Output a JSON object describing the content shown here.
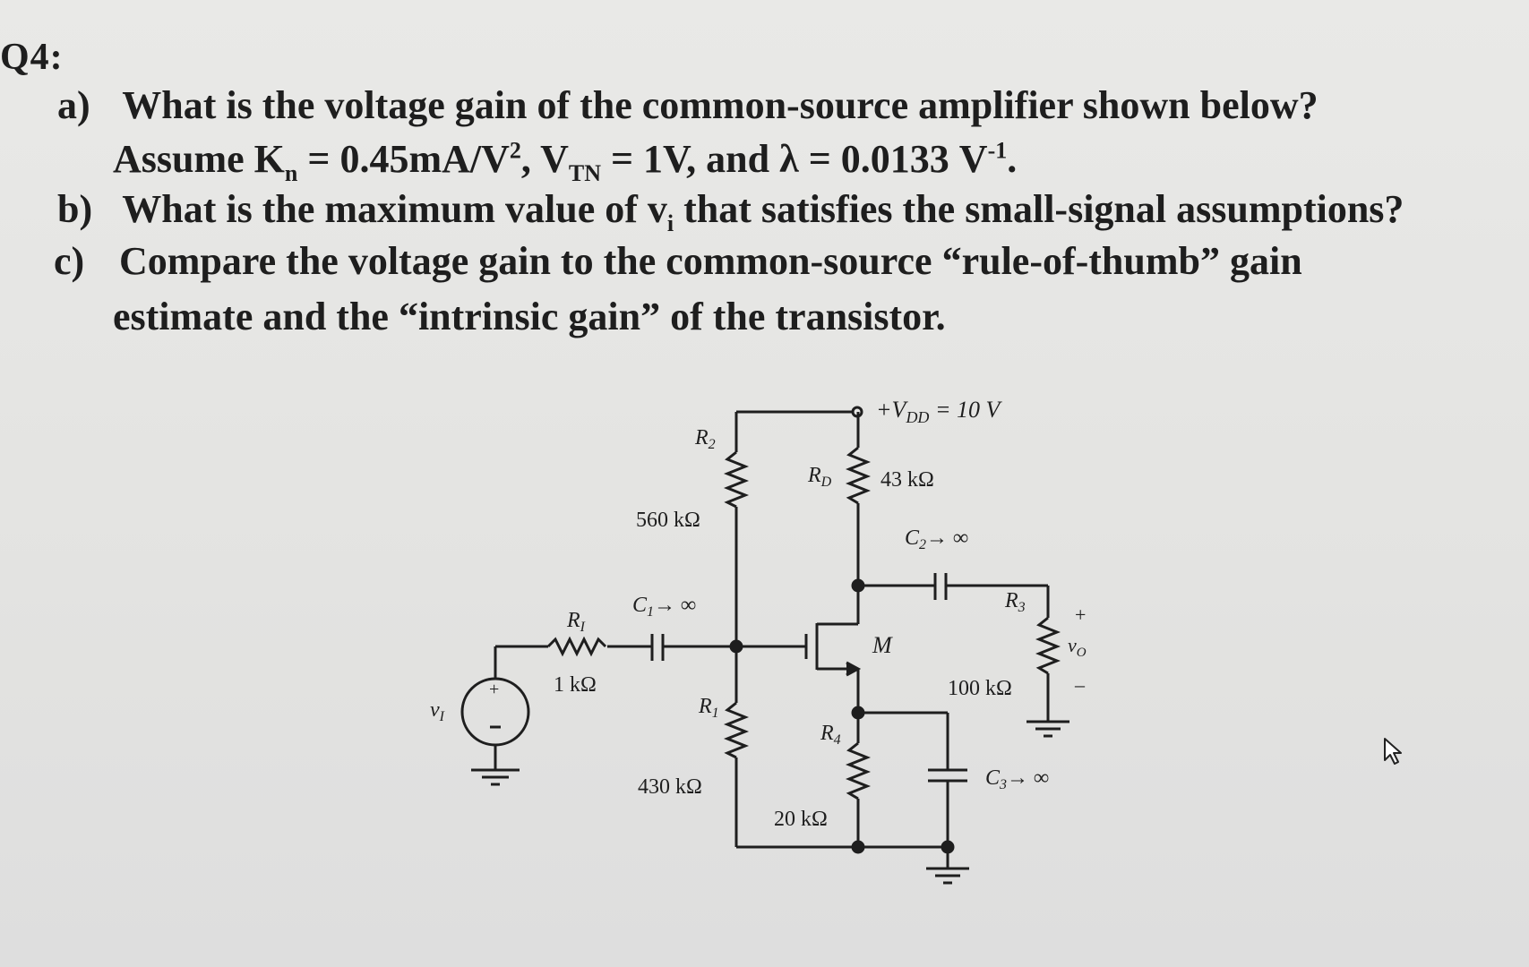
{
  "question": {
    "label": "Q4:",
    "items": [
      {
        "letter": "a)",
        "line1": "What is the voltage gain of the common-source amplifier shown below?",
        "line2_parts": {
          "assume": "Assume K",
          "kn_sub": "n",
          "kn_val": " = 0.45mA/V",
          "kn_sup": "2",
          "vtn_pre": ", V",
          "vtn_sub": "TN",
          "vtn_val": " = 1V, and λ = 0.0133 V",
          "lam_sup": "-1",
          "end": "."
        }
      },
      {
        "letter": "b)",
        "line1_pre": "What is the maximum value of v",
        "line1_sub": "i",
        "line1_post": " that satisfies the small-signal assumptions?"
      },
      {
        "letter": "c)",
        "line1": "Compare the voltage gain to the common-source “rule-of-thumb” gain",
        "line2": "estimate and the “intrinsic gain” of the transistor."
      }
    ]
  },
  "circuit": {
    "vdd_label": "+V",
    "vdd_sub": "DD",
    "vdd_value": " = 10 V",
    "rd_label": "R",
    "rd_sub": "D",
    "rd_value": "43 kΩ",
    "r2_label": "R",
    "r2_sub": "2",
    "r2_value": "560 kΩ",
    "c2_label": "C",
    "c2_sub": "2",
    "c2_value": "→ ∞",
    "c1_label": "C",
    "c1_sub": "1",
    "c1_value": "→ ∞",
    "ri_label": "R",
    "ri_sub": "I",
    "ri_value": "1 kΩ",
    "r1_label": "R",
    "r1_sub": "1",
    "r1_value": "430 kΩ",
    "m_label": "M",
    "r3_label": "R",
    "r3_sub": "3",
    "r3_value": "100 kΩ",
    "r4_label": "R",
    "r4_sub": "4",
    "r4_value": "20 kΩ",
    "c3_label": "C",
    "c3_sub": "3",
    "c3_value": "→ ∞",
    "vi_label": "v",
    "vi_sub": "I",
    "vo_label": "v",
    "vo_sub": "O",
    "plus": "+",
    "minus": "–"
  },
  "colors": {
    "ink": "#1e1e1e",
    "background": "#e6e6e4"
  },
  "icons": [
    "mouse-cursor-icon"
  ]
}
